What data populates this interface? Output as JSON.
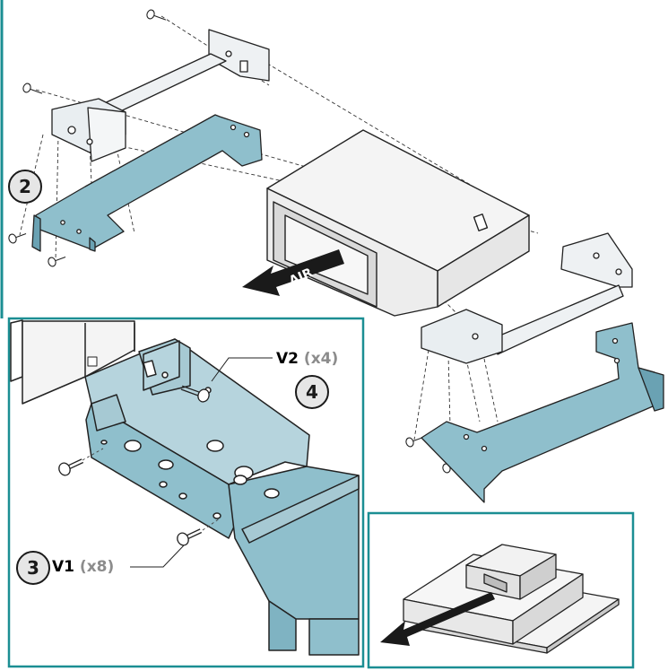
{
  "labels": {
    "step2": "2",
    "step3": "3",
    "step4": "4",
    "v1_name": "V1",
    "v1_qty": "(x8)",
    "v2_name": "V2",
    "v2_qty": "(x4)",
    "air": "AIR"
  },
  "colors": {
    "frame": "#1b8e93",
    "bracket_blue": "#8fbfcc",
    "bracket_blue_dark": "#6aa2b3",
    "plate_light": "#e9eef1",
    "unit_body": "#f2f2f2",
    "arrow": "#1a1a1a"
  }
}
